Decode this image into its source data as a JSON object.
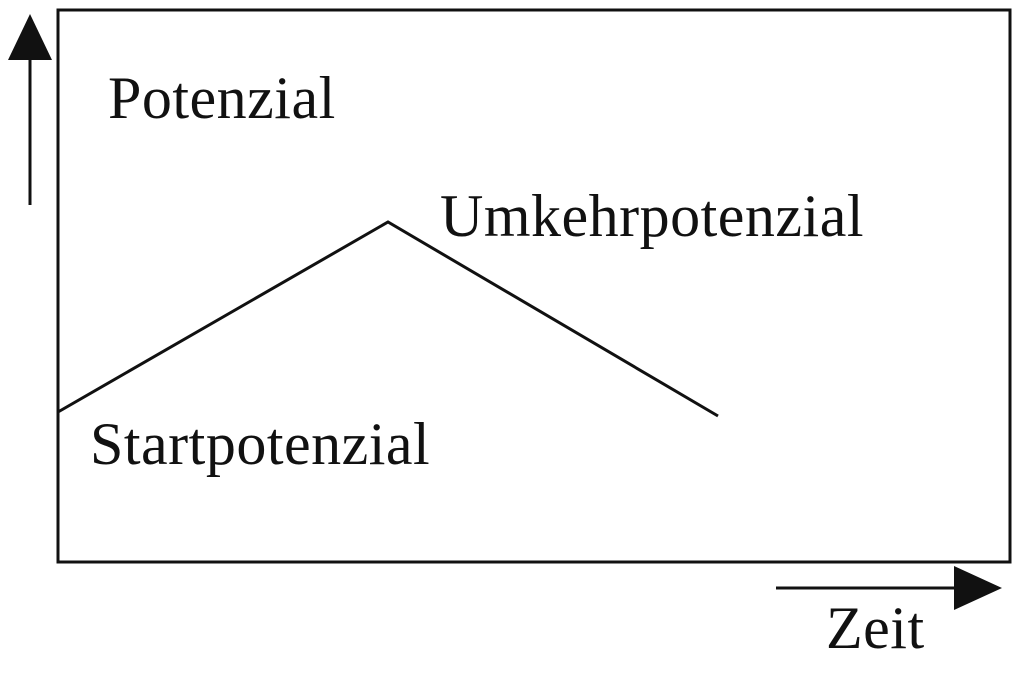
{
  "diagram": {
    "y_axis_label": "Potenzial",
    "x_axis_label": "Zeit",
    "start_label": "Startpotenzial",
    "peak_label": "Umkehrpotenzial"
  },
  "colors": {
    "line": "#111111",
    "background": "#ffffff"
  }
}
